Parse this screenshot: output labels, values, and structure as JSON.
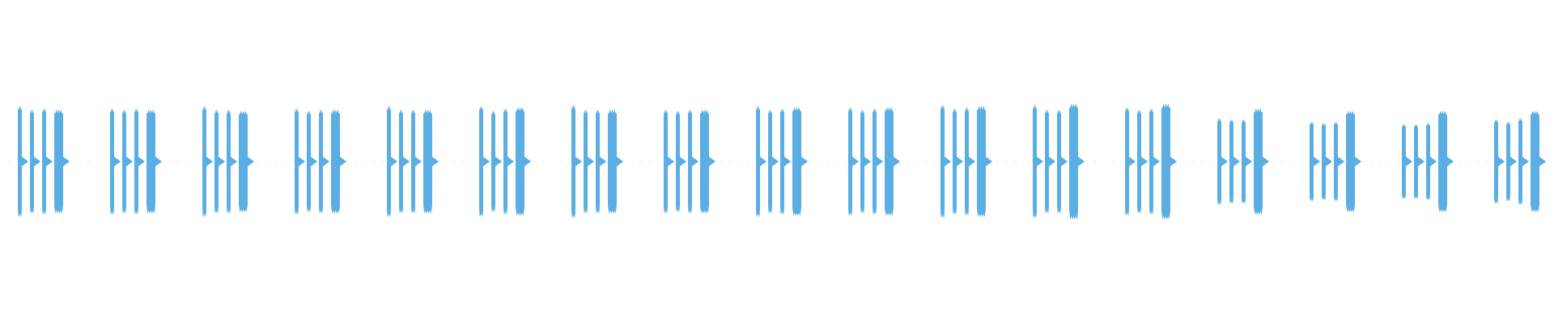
{
  "waveform": {
    "color": "#5aaee3",
    "group_count": 17,
    "bursts_per_group": 4,
    "amplitude_levels": [
      [
        0.92,
        0.86,
        0.88,
        0.86
      ],
      [
        0.88,
        0.86,
        0.88,
        0.86
      ],
      [
        0.92,
        0.86,
        0.86,
        0.84
      ],
      [
        0.88,
        0.84,
        0.86,
        0.86
      ],
      [
        0.92,
        0.86,
        0.86,
        0.86
      ],
      [
        0.92,
        0.84,
        0.88,
        0.9
      ],
      [
        0.94,
        0.86,
        0.86,
        0.86
      ],
      [
        0.86,
        0.84,
        0.86,
        0.86
      ],
      [
        0.92,
        0.86,
        0.88,
        0.9
      ],
      [
        0.9,
        0.86,
        0.88,
        0.9
      ],
      [
        0.94,
        0.88,
        0.9,
        0.92
      ],
      [
        0.94,
        0.86,
        0.86,
        0.96
      ],
      [
        0.9,
        0.86,
        0.88,
        0.96
      ],
      [
        0.72,
        0.7,
        0.7,
        0.88
      ],
      [
        0.66,
        0.64,
        0.66,
        0.84
      ],
      [
        0.62,
        0.62,
        0.64,
        0.84
      ],
      [
        0.7,
        0.66,
        0.72,
        0.84
      ]
    ]
  }
}
